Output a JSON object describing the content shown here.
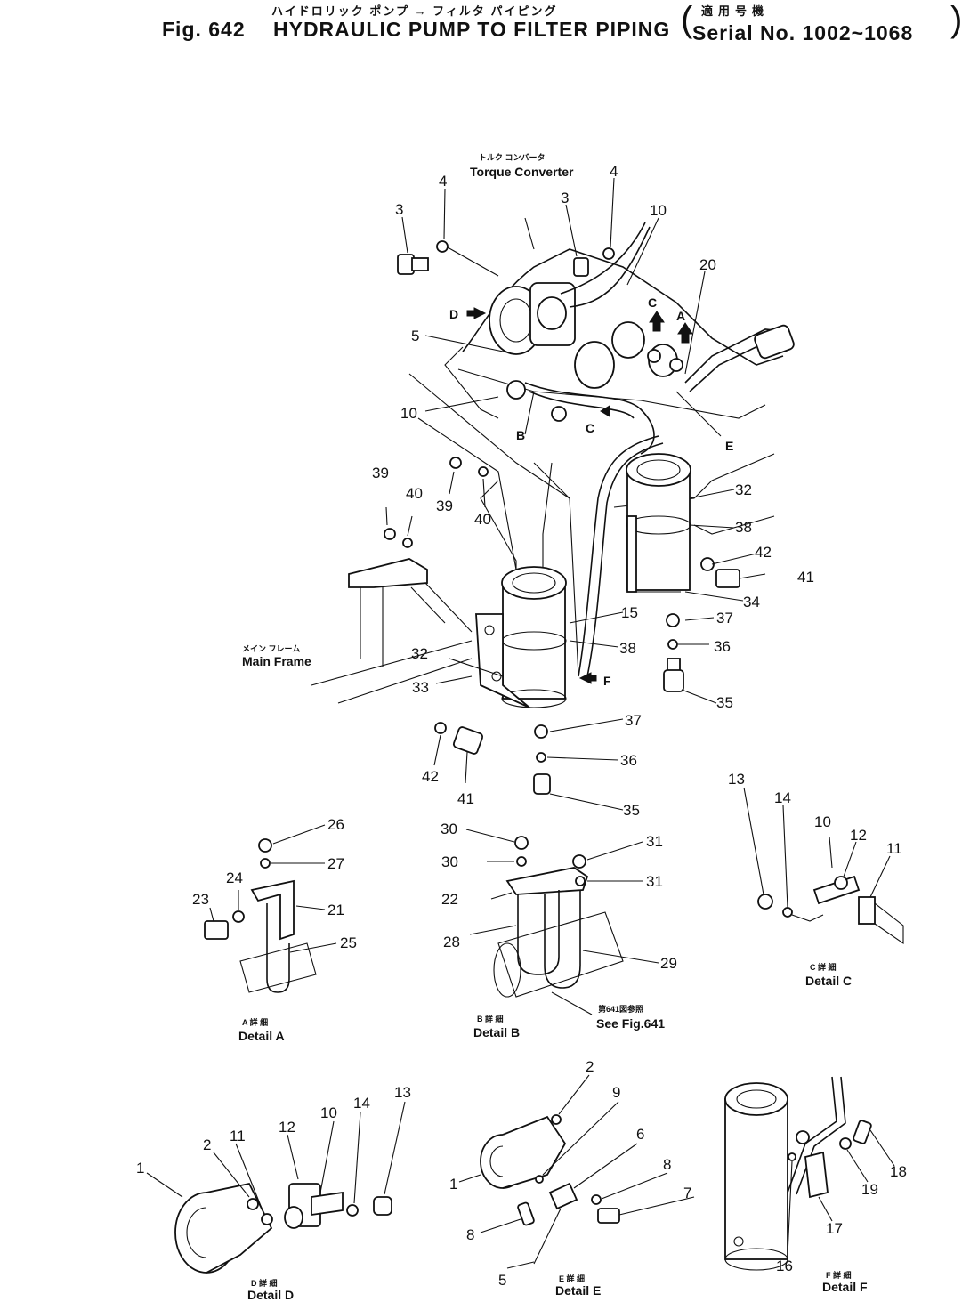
{
  "header": {
    "fig_label": "Fig. 642",
    "title_jp": "ハイドロリック ポンプ → フィルタ パイピング",
    "title": "HYDRAULIC PUMP TO FILTER PIPING",
    "serial_jp": "適用号機",
    "serial": "Serial No. 1002~1068"
  },
  "labels": {
    "torque_converter_jp": "トルク コンバータ",
    "torque_converter": "Torque Converter",
    "main_frame_jp": "メイン フレーム",
    "main_frame": "Main Frame",
    "see_fig_jp": "第641図参照",
    "see_fig": "See Fig.641",
    "arrow_D": "D",
    "arrow_A": "A",
    "arrow_C": "C",
    "arrow_C2": "C",
    "arrow_B": "B",
    "arrow_E": "E",
    "arrow_F": "F"
  },
  "details": {
    "A": {
      "jp": "A 詳 細",
      "en": "Detail A"
    },
    "B": {
      "jp": "B 詳 細",
      "en": "Detail B"
    },
    "C": {
      "jp": "C 詳 細",
      "en": "Detail C"
    },
    "D": {
      "jp": "D 詳 細",
      "en": "Detail D"
    },
    "E": {
      "jp": "E 詳 細",
      "en": "Detail E"
    },
    "F": {
      "jp": "F 詳 細",
      "en": "Detail F"
    }
  },
  "callouts": {
    "main": [
      "3",
      "4",
      "3",
      "4",
      "10",
      "20",
      "5",
      "10",
      "39",
      "40",
      "39",
      "40",
      "32",
      "38",
      "42",
      "41",
      "34",
      "37",
      "36",
      "35",
      "15",
      "38",
      "32",
      "33",
      "37",
      "36",
      "35",
      "42",
      "41"
    ],
    "detail_a": [
      "26",
      "27",
      "21",
      "24",
      "23",
      "25"
    ],
    "detail_b": [
      "30",
      "31",
      "30",
      "31",
      "22",
      "28",
      "29"
    ],
    "detail_c": [
      "13",
      "14",
      "10",
      "12",
      "11"
    ],
    "detail_d": [
      "1",
      "2",
      "11",
      "12",
      "10",
      "14",
      "13"
    ],
    "detail_e": [
      "2",
      "9",
      "1",
      "6",
      "8",
      "7",
      "8",
      "5"
    ],
    "detail_f": [
      "18",
      "19",
      "17",
      "16"
    ]
  },
  "colors": {
    "ink": "#111111",
    "paper": "#ffffff"
  }
}
